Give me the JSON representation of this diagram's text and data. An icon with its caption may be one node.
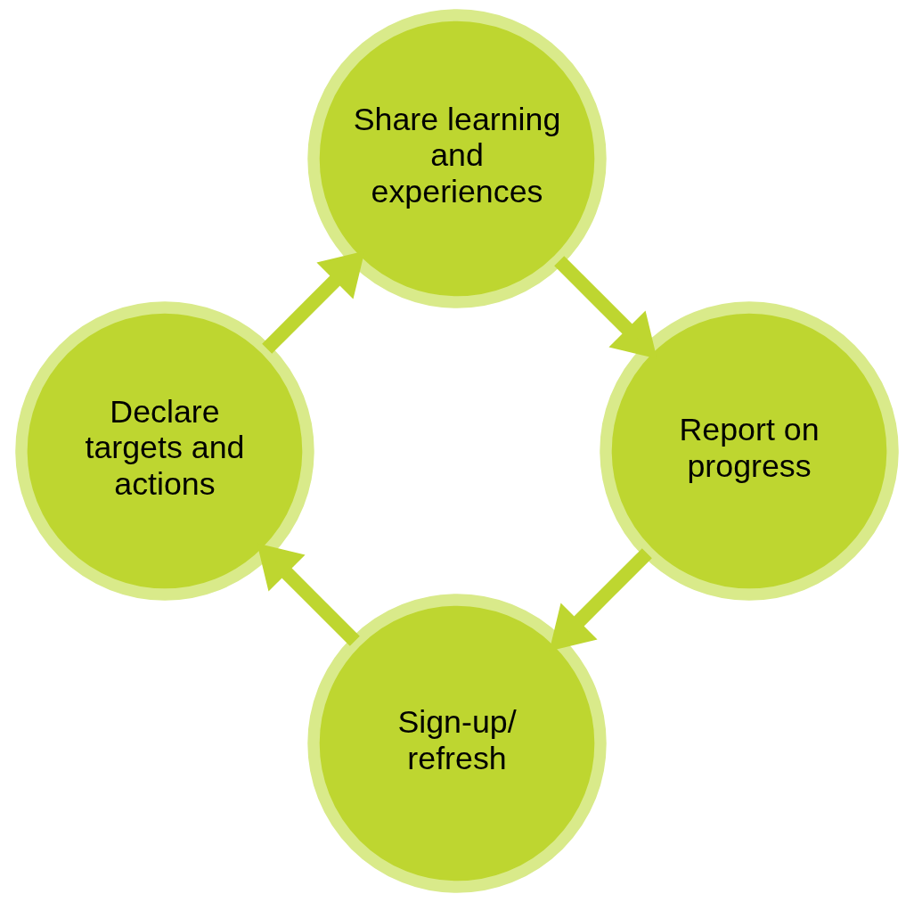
{
  "diagram": {
    "nodes": [
      {
        "text": [
          "Sign-up/ refresh"
        ]
      },
      {
        "text": [
          "Declare targets and actions"
        ]
      },
      {
        "text": [
          "Share learning and experiences"
        ]
      },
      {
        "text": [
          "Report on progress"
        ]
      }
    ],
    "edges": [
      {
        "from": 0,
        "to": 1,
        "arrow": "to"
      },
      {
        "from": 1,
        "to": 2,
        "arrow": "to"
      },
      {
        "from": 2,
        "to": 3,
        "arrow": "to"
      },
      {
        "from": 3,
        "to": 0,
        "arrow": "to"
      }
    ]
  }
}
